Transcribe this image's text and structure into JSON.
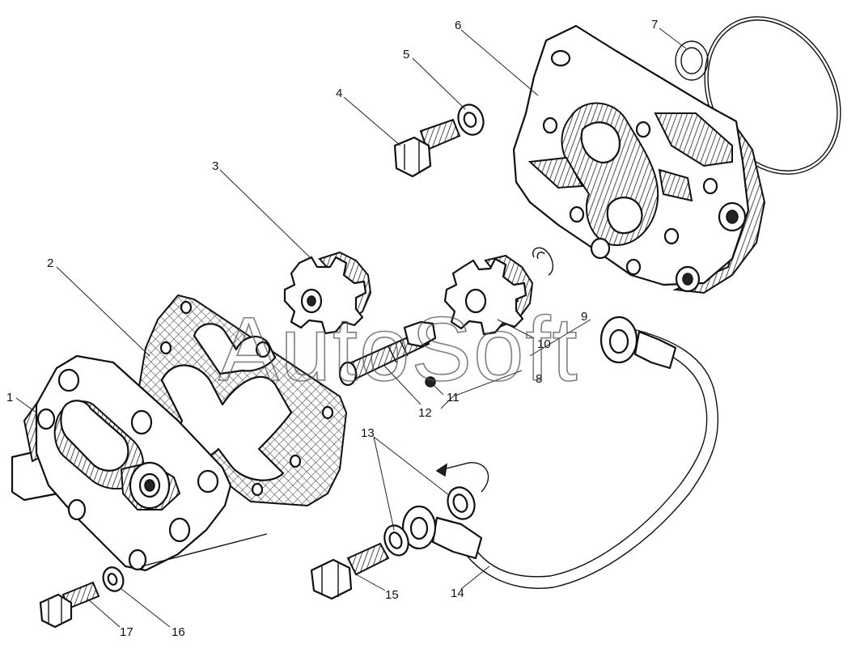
{
  "watermark": "AutoSoft",
  "callouts": {
    "c1": "1",
    "c2": "2",
    "c3": "3",
    "c4": "4",
    "c5": "5",
    "c6": "6",
    "c7": "7",
    "c8": "8",
    "c9": "9",
    "c10": "10",
    "c11": "11",
    "c12": "12",
    "c13": "13",
    "c14": "14",
    "c15": "15",
    "c16": "16",
    "c17": "17"
  },
  "colors": {
    "line": "#111111",
    "background": "#ffffff",
    "watermark": "#555555"
  }
}
